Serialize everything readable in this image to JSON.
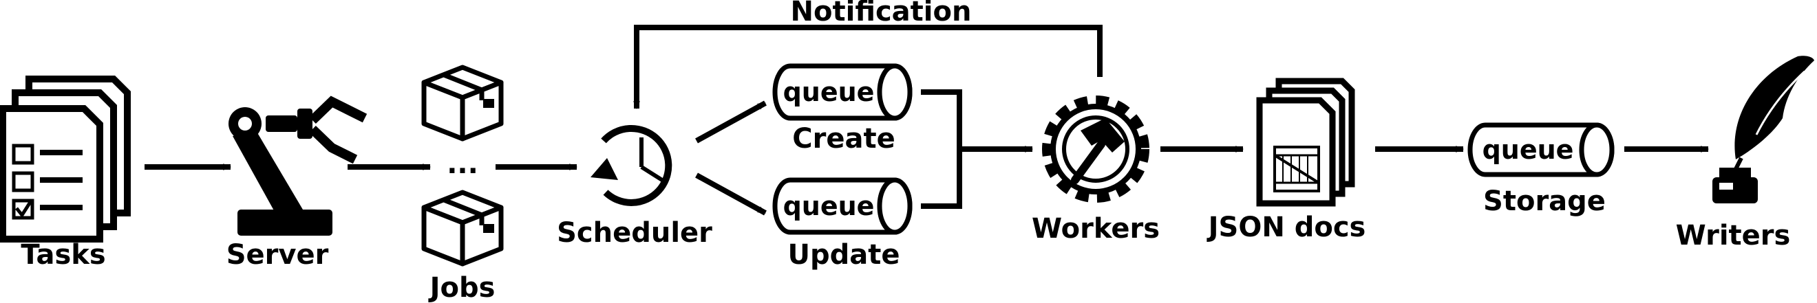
{
  "nodes": {
    "tasks": "Tasks",
    "server": "Server",
    "jobs": "Jobs",
    "jobs_ellipsis": "...",
    "scheduler": "Scheduler",
    "create": "Create",
    "update": "Update",
    "workers": "Workers",
    "json_docs": "JSON docs",
    "storage": "Storage",
    "writers": "Writers"
  },
  "queues": {
    "create": "queue",
    "update": "queue",
    "storage": "queue"
  },
  "feedback": {
    "label": "Notification"
  },
  "icons": {
    "tasks": "checklist-stack-icon",
    "server": "robot-arm-icon",
    "jobs": "box-icon",
    "scheduler": "clock-refresh-icon",
    "workers": "gear-hammer-icon",
    "json_docs": "document-stack-icon",
    "writers": "quill-inkpot-icon"
  }
}
